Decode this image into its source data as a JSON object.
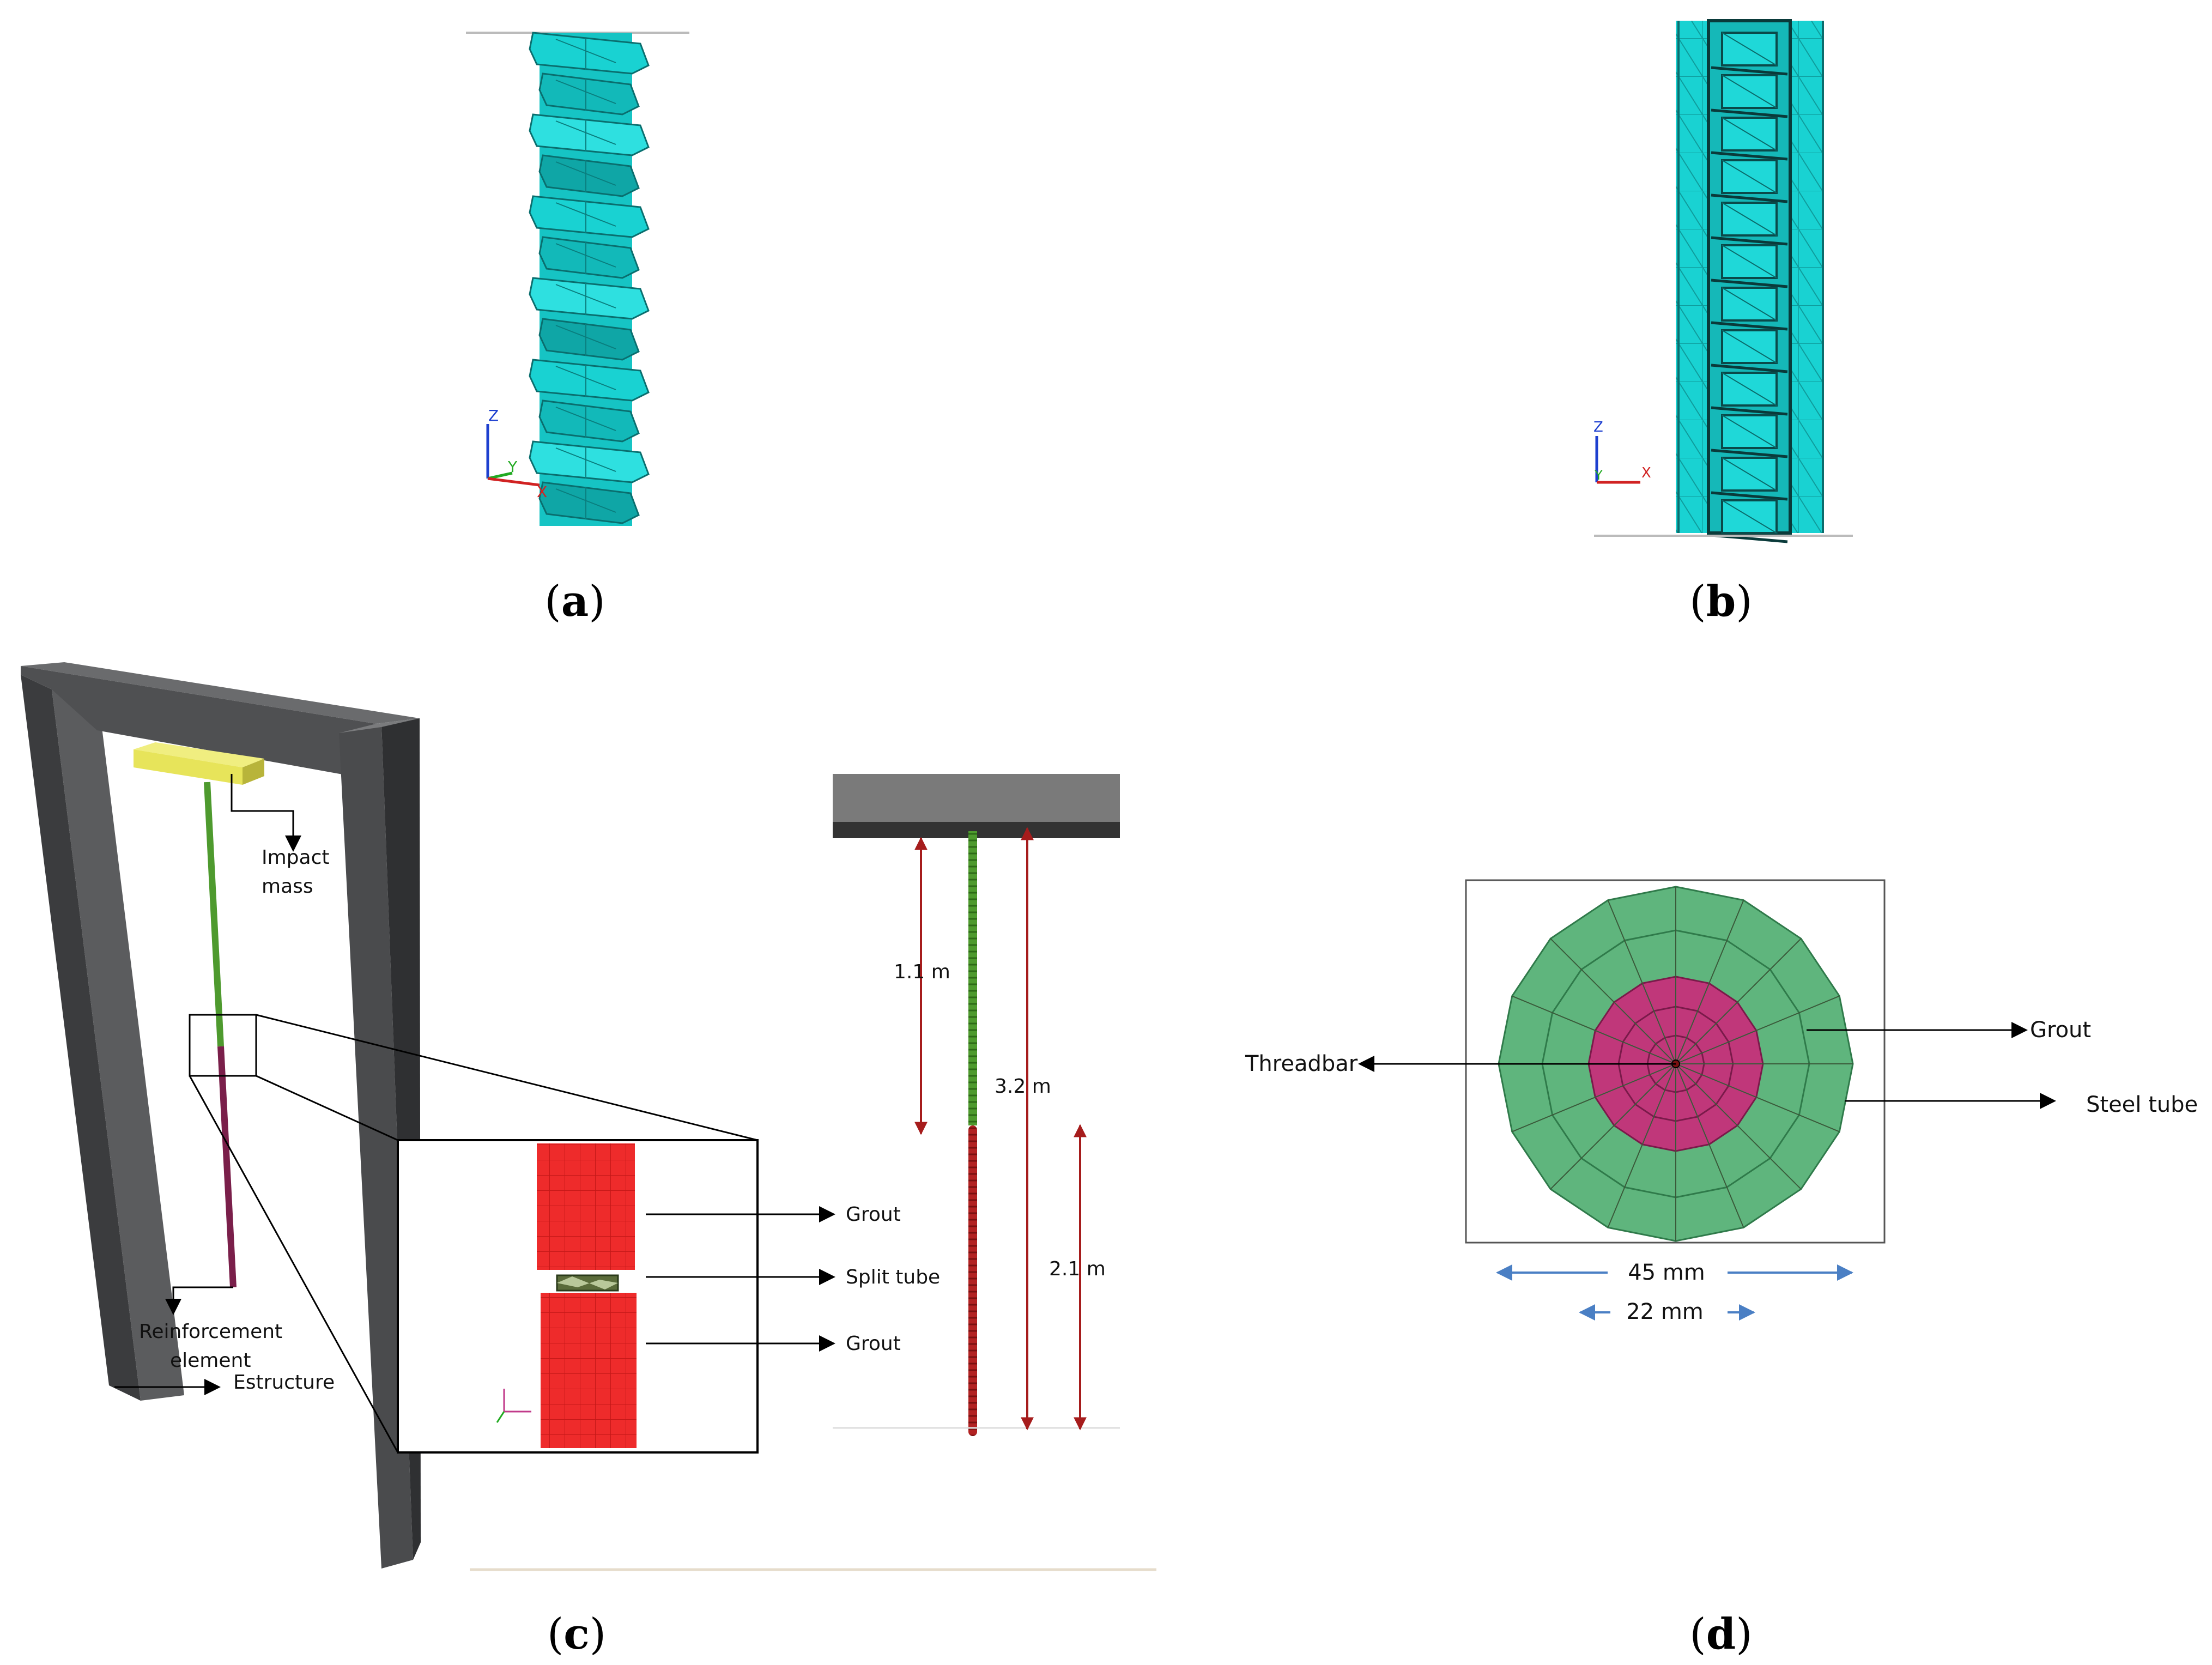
{
  "panels": {
    "a": {
      "caption_open": "(",
      "caption_letter": "a",
      "caption_close": ")",
      "axes": {
        "z": "Z",
        "y": "Y",
        "x": "X"
      }
    },
    "b": {
      "caption_open": "(",
      "caption_letter": "b",
      "caption_close": ")",
      "axes": {
        "z": "Z",
        "y": "Y",
        "x": "X"
      }
    },
    "c": {
      "caption_open": "(",
      "caption_letter": "c",
      "caption_close": ")",
      "labels": {
        "impact_mass_1": "Impact",
        "impact_mass_2": "mass",
        "reinforcement_1": "Reinforcement",
        "reinforcement_2": "element",
        "structure": "Estructure",
        "grout_top": "Grout",
        "split_tube": "Split  tube",
        "grout_bottom": "Grout",
        "dim_1_1": "1.1 m",
        "dim_3_2": "3.2 m",
        "dim_2_1": "2.1 m"
      }
    },
    "d": {
      "caption_open": "(",
      "caption_letter": "d",
      "caption_close": ")",
      "labels": {
        "threadbar": "Threadbar",
        "grout": "Grout",
        "steel_tube": "Steel tube",
        "dim_45": "45 mm",
        "dim_22": "22 mm"
      }
    }
  },
  "colors": {
    "mesh_cyan": "#19d2d2",
    "frame_gray": "#58595b",
    "impact_yellow": "#e7e45a",
    "bar_green": "#4e9a2e",
    "bar_red": "#b22222",
    "grout_red": "#ee2b2b",
    "section_green": "#5fb57d",
    "section_magenta": "#c0377a",
    "dim_red": "#a61c1c",
    "dim_blue": "#4a7fc4"
  }
}
